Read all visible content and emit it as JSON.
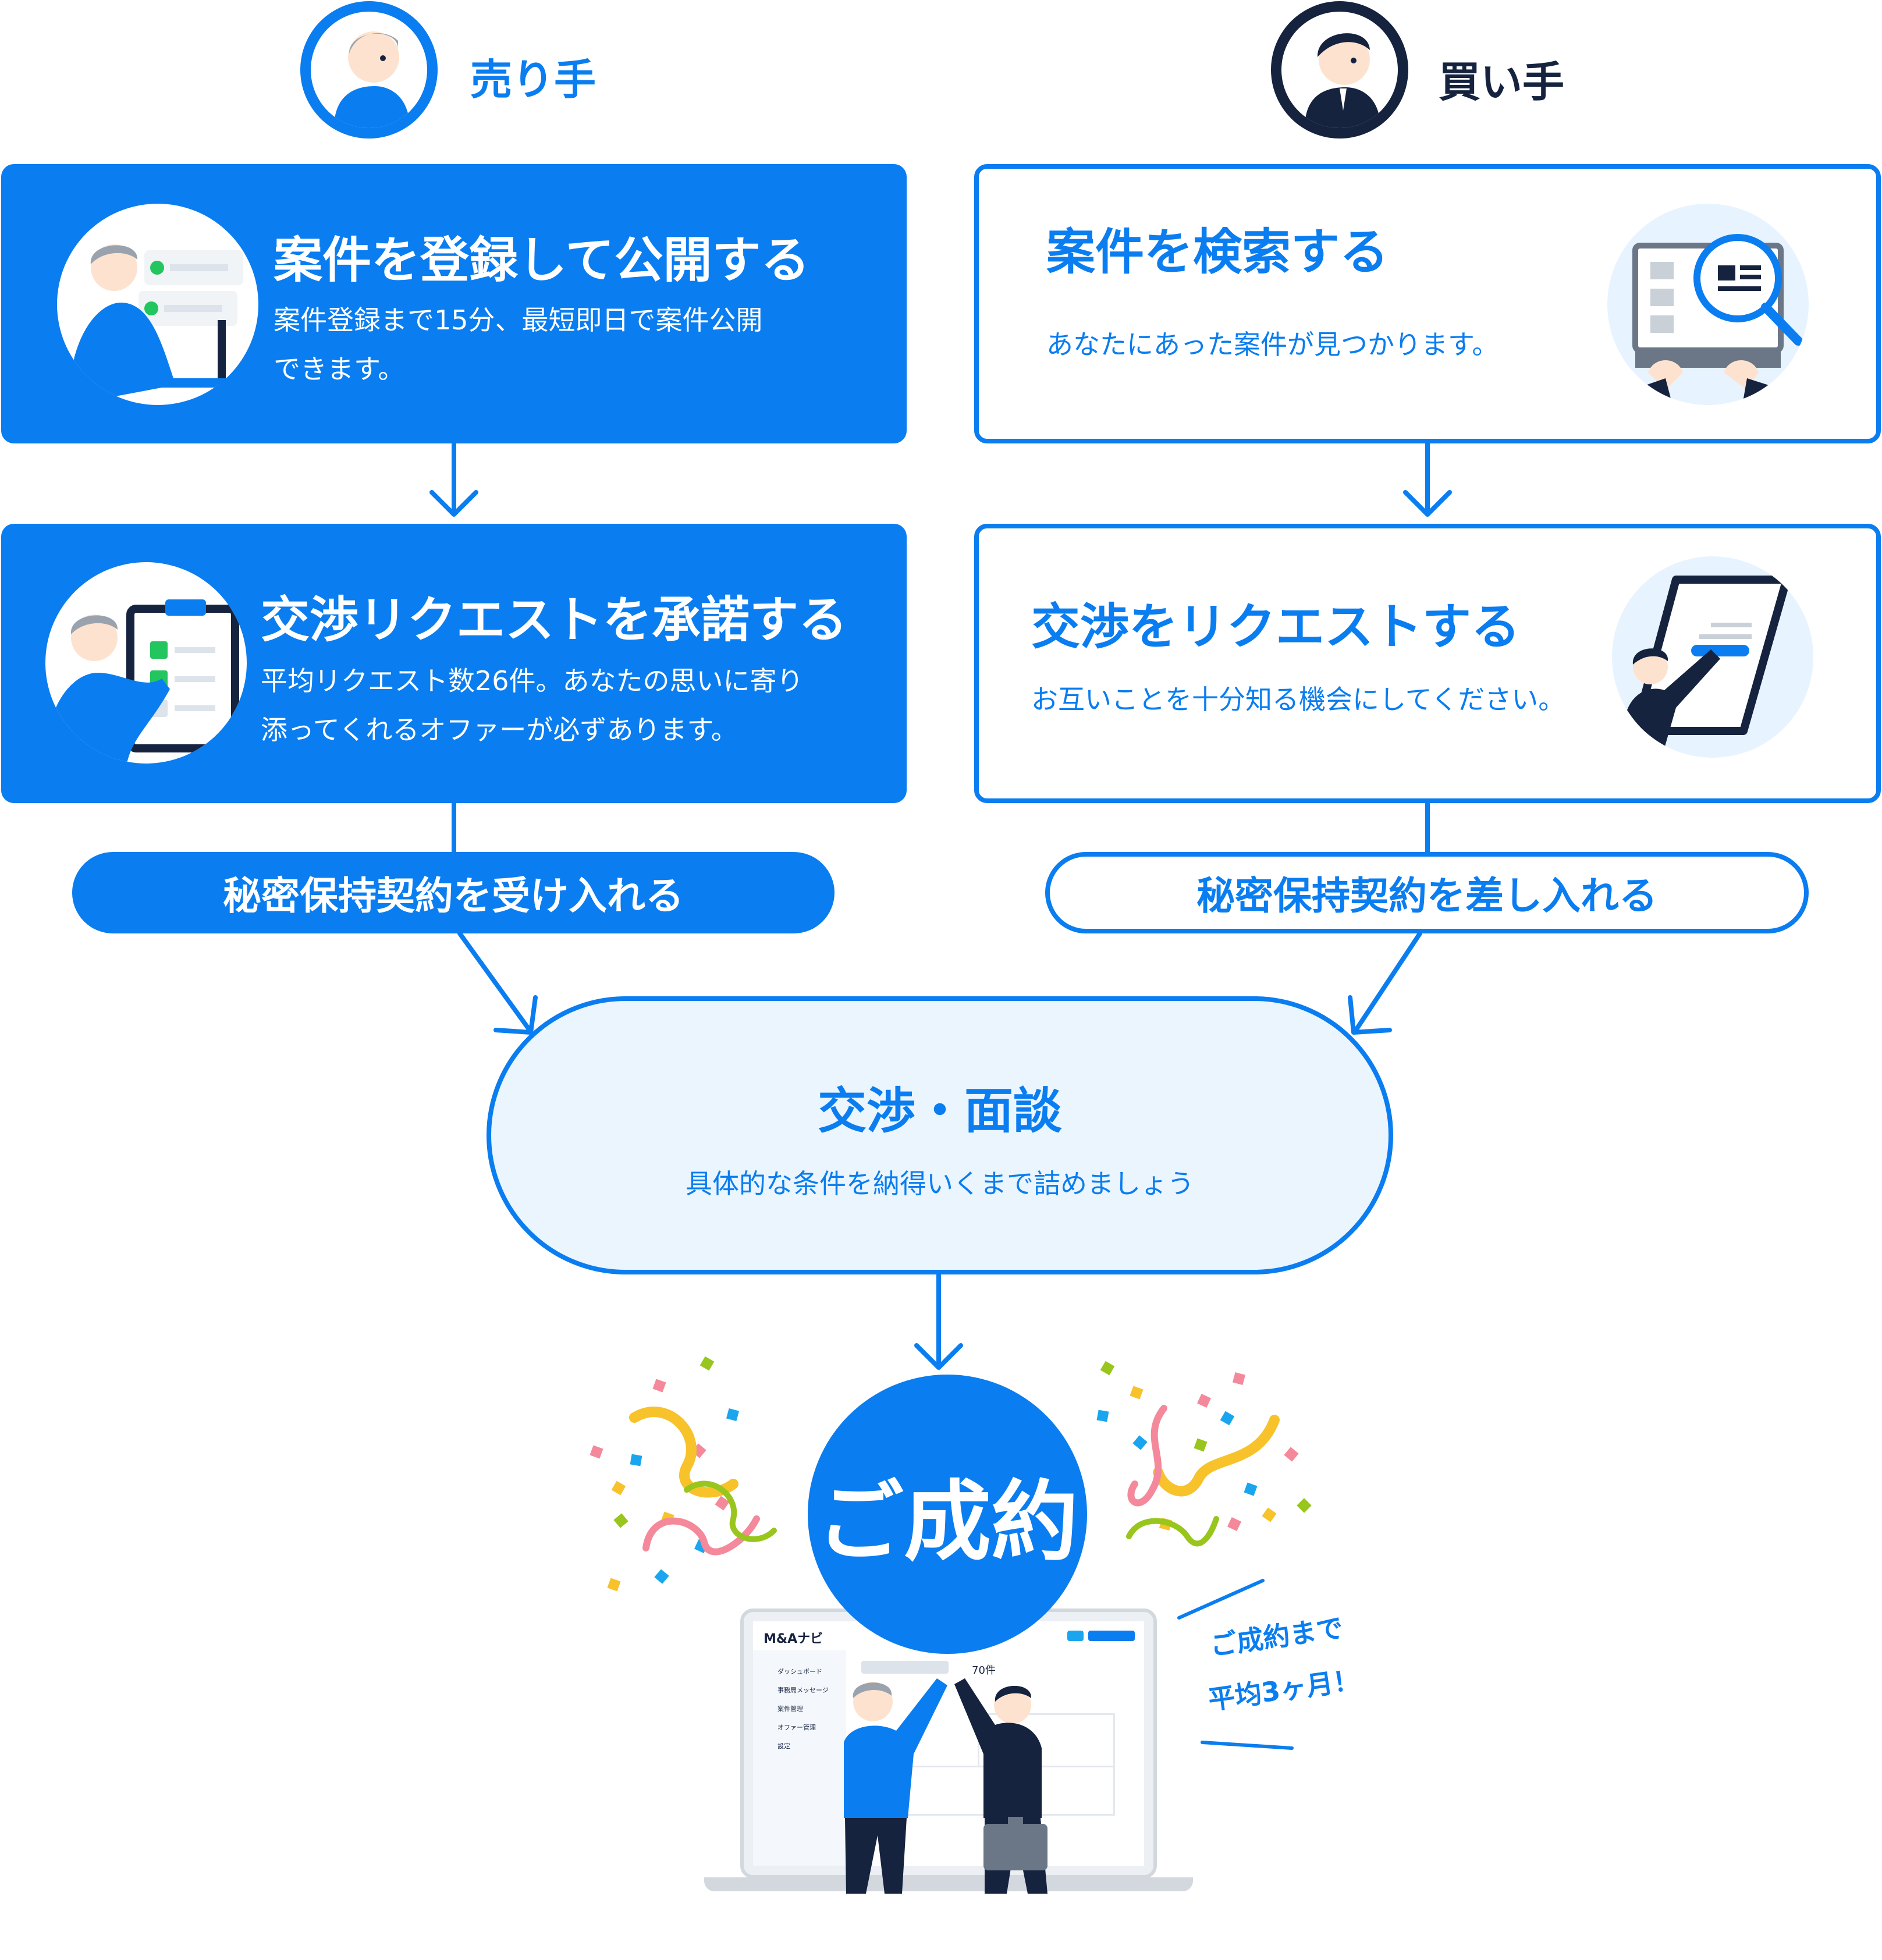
{
  "seller": {
    "role_label": "売り手",
    "step1": {
      "title": "案件を登録して公開する",
      "desc_line1": "案件登録まで15分、最短即日で案件公開",
      "desc_line2": "できます。"
    },
    "step2": {
      "title": "交渉リクエストを承諾する",
      "desc_line1": "平均リクエスト数26件。あなたの思いに寄り",
      "desc_line2": "添ってくれるオファーが必ずあります。"
    },
    "nda": "秘密保持契約を受け入れる"
  },
  "buyer": {
    "role_label": "買い手",
    "step1": {
      "title": "案件を検索する",
      "desc": "あなたにあった案件が見つかります。"
    },
    "step2": {
      "title": "交渉をリクエストする",
      "desc": "お互いことを十分知る機会にしてください。"
    },
    "nda": "秘密保持契約を差し入れる"
  },
  "negotiation": {
    "title": "交渉・面談",
    "desc": "具体的な条件を納得いくまで詰めましょう"
  },
  "deal": {
    "label": "ご成約",
    "note_line1": "ご成約まで",
    "note_line2": "平均3ヶ月！"
  },
  "laptop": {
    "logo": "M&Aナビ",
    "menu": [
      "ダッシュボード",
      "事務局メッセージ",
      "案件管理",
      "オファー管理",
      "設定"
    ],
    "count": "70件"
  },
  "colors": {
    "primary": "#0a7df0",
    "navy": "#15233f",
    "pale": "#eaf5fe"
  }
}
